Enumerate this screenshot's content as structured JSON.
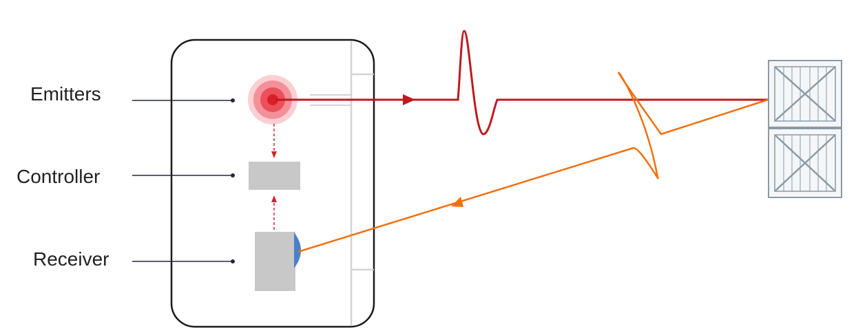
{
  "labels": {
    "emitters": "Emitters",
    "controller": "Controller",
    "receiver": "Receiver"
  },
  "colors": {
    "emitted_signal": "#c0181e",
    "reflected_signal": "#f07010",
    "emitter_core": "#e8303a",
    "emitter_glow": "#f59aa0",
    "controller_block": "#c8c8c8",
    "receiver_block": "#c8c8c8",
    "receiver_lens": "#4a80c8",
    "device_outline": "#1a1a1a",
    "crate": "#8a9aa6",
    "leader_line": "#1e2a3a"
  },
  "icons": {
    "target": "crate-icon",
    "emitter": "emitter-icon",
    "receiver": "receiver-icon"
  }
}
